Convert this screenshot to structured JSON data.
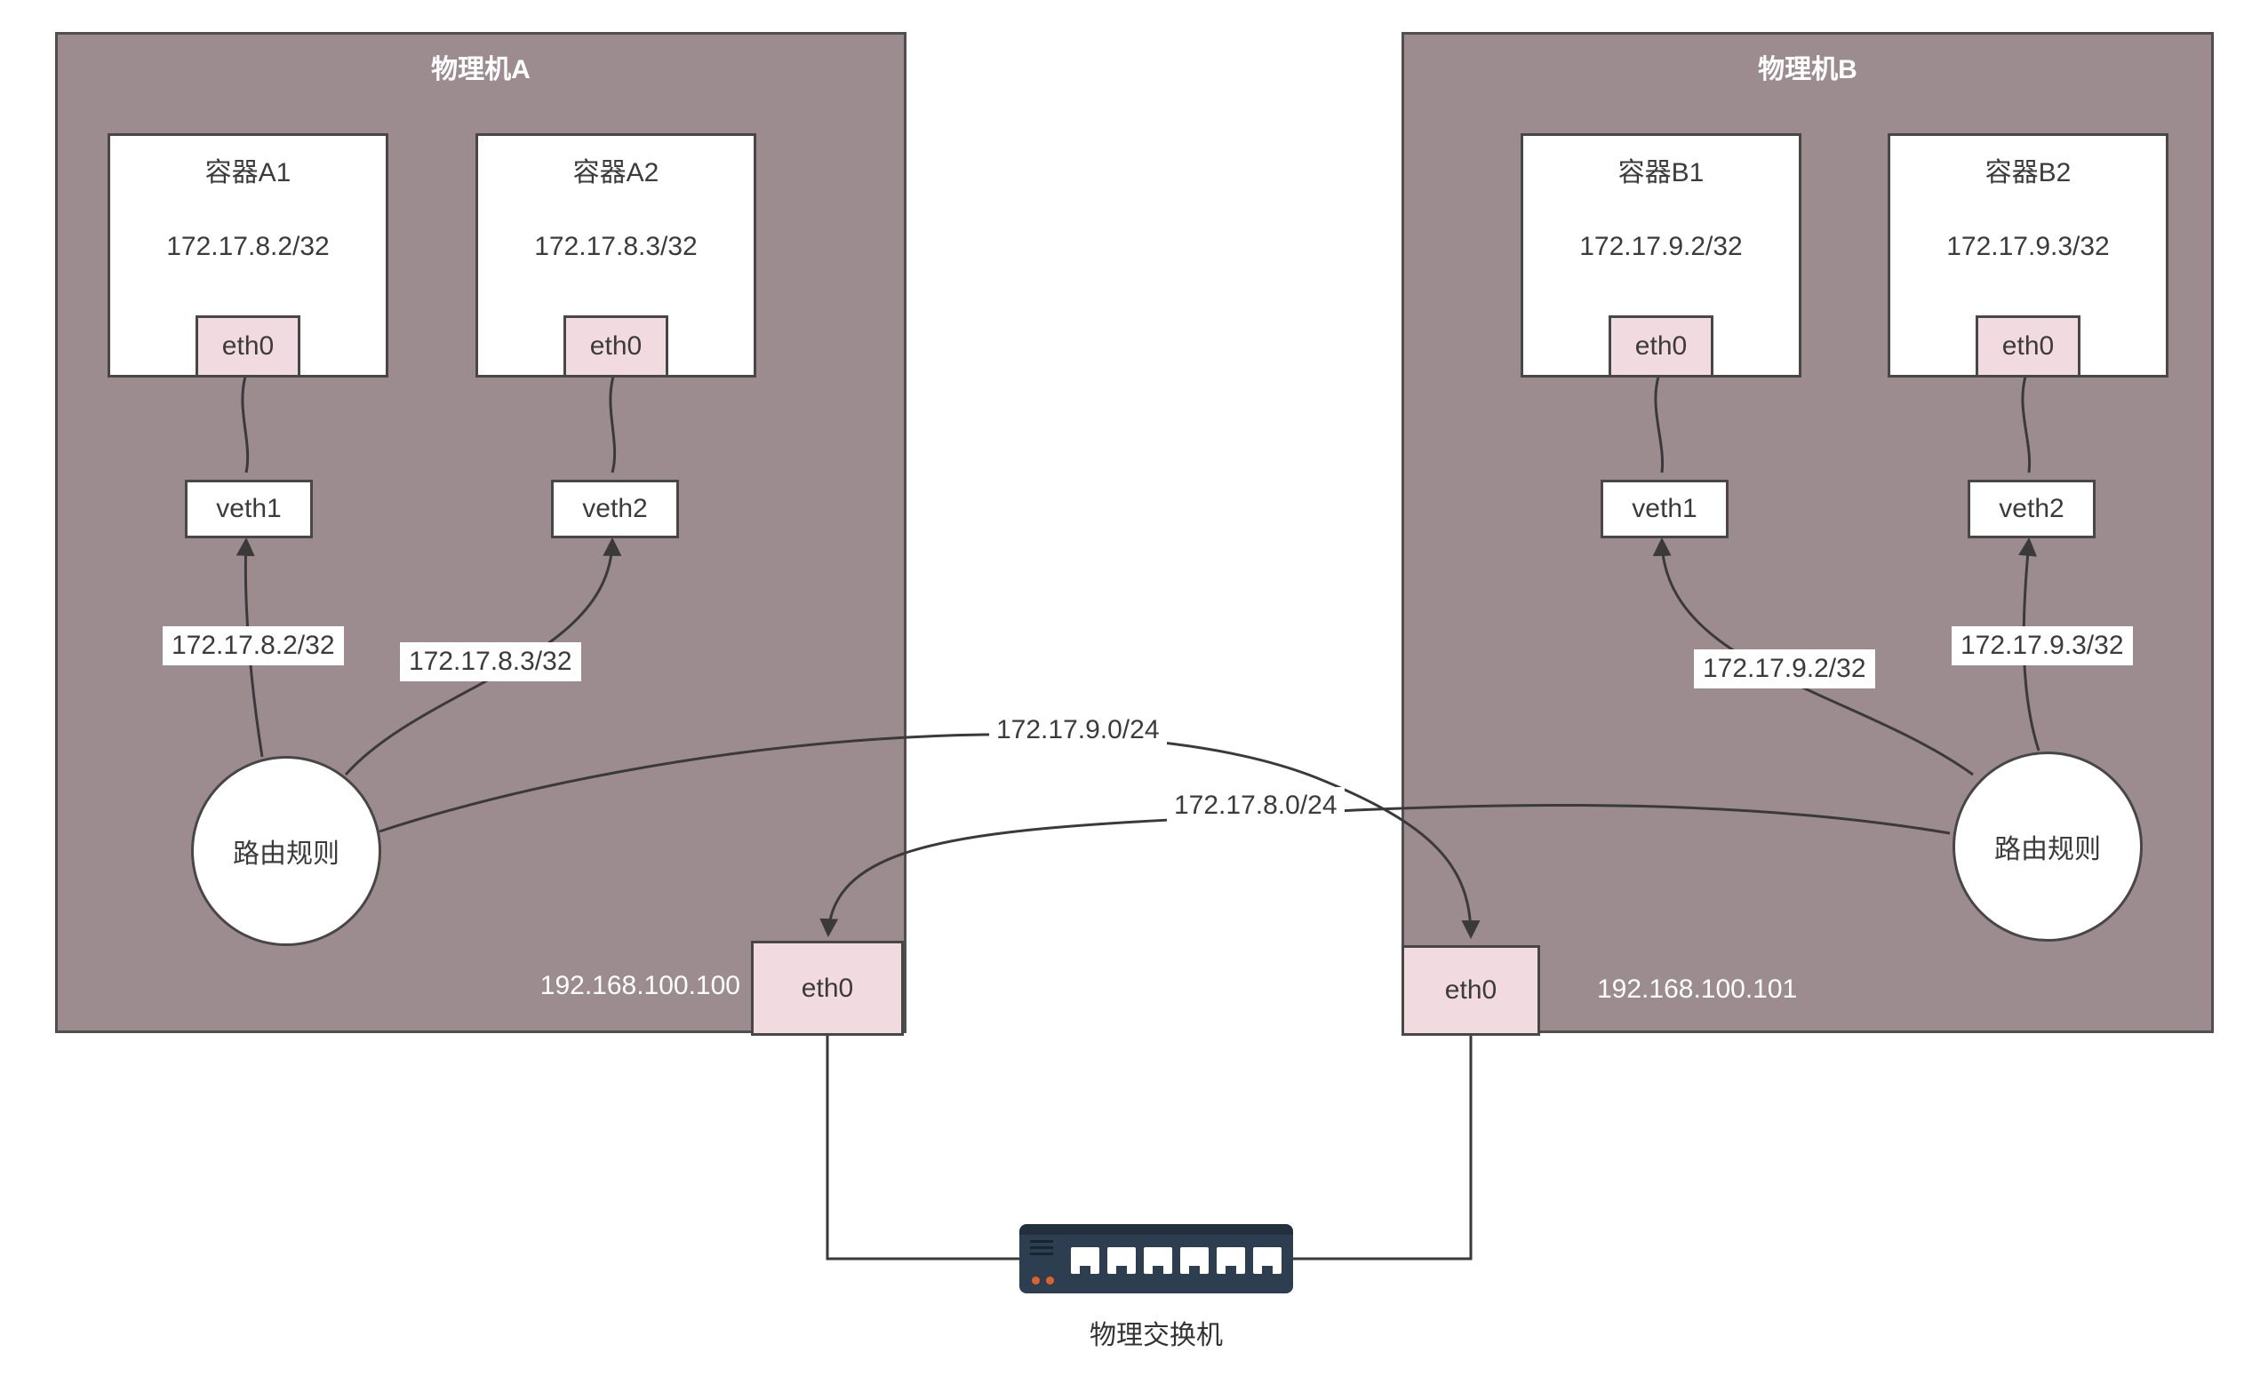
{
  "machineA": {
    "title": "物理机A",
    "host_ip": "192.168.100.100",
    "host_iface": "eth0",
    "router_label": "路由规则",
    "containers": [
      {
        "name": "容器A1",
        "ip": "172.17.8.2/32",
        "iface": "eth0"
      },
      {
        "name": "容器A2",
        "ip": "172.17.8.3/32",
        "iface": "eth0"
      }
    ],
    "veths": [
      "veth1",
      "veth2"
    ],
    "route_labels": [
      "172.17.8.2/32",
      "172.17.8.3/32"
    ]
  },
  "machineB": {
    "title": "物理机B",
    "host_ip": "192.168.100.101",
    "host_iface": "eth0",
    "router_label": "路由规则",
    "containers": [
      {
        "name": "容器B1",
        "ip": "172.17.9.2/32",
        "iface": "eth0"
      },
      {
        "name": "容器B2",
        "ip": "172.17.9.3/32",
        "iface": "eth0"
      }
    ],
    "veths": [
      "veth1",
      "veth2"
    ],
    "route_labels": [
      "172.17.9.2/32",
      "172.17.9.3/32"
    ]
  },
  "cross_routes": [
    "172.17.9.0/24",
    "172.17.8.0/24"
  ],
  "switch": {
    "label": "物理交换机",
    "port_count": 6
  },
  "colors": {
    "machine_bg": "#9c8c90",
    "machine_border": "#4f4f4f",
    "node_border": "#474747",
    "eth_bg": "#f2dbe0",
    "line": "#3a3a3a",
    "switch_body": "#2d3e50",
    "switch_led": "#e0622a"
  }
}
